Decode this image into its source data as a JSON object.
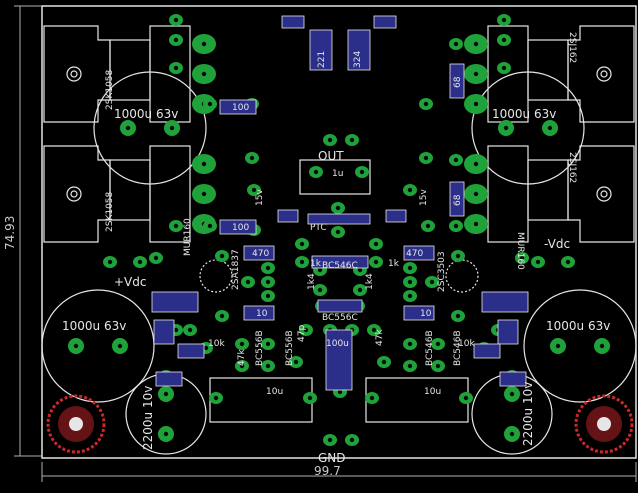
{
  "board": {
    "dimension_width": "99.7",
    "dimension_height": "74.93",
    "label_out": "OUT",
    "label_gnd": "GND",
    "label_pos_vdc": "+Vdc",
    "label_neg_vdc": "-Vdc"
  },
  "transistors": {
    "left_top": "2SK1058",
    "left_bottom": "2SK1058",
    "right_top": "2SJ162",
    "right_bottom": "2SJ162",
    "sa_left": "2SA1837",
    "sc_right": "2SC3503",
    "bc556_a": "BC556B",
    "bc556_b": "BC556B",
    "bc546_a": "BC546B",
    "bc546_b": "BC546B",
    "bc546c": "BC546C",
    "bc556c": "BC556C"
  },
  "capacitors": {
    "big_top_left": "1000u 63v",
    "big_top_right": "1000u 63v",
    "big_mid_left": "1000u 63v",
    "big_mid_right": "1000u 63v",
    "elec_left": "2200u 10v",
    "elec_right": "2200u 10v",
    "out_cap": "1u",
    "film_left": "10u",
    "film_right": "10u",
    "c_100u": "100u",
    "c_47p": "47p"
  },
  "resistors": {
    "r_100_a": "100",
    "r_100_b": "100",
    "r_470_a": "470",
    "r_470_b": "470",
    "r_10_a": "10",
    "r_10_b": "10",
    "r_15v_a": "15v",
    "r_15v_b": "15v",
    "r_68_a": "68",
    "r_68_b": "68",
    "r_221": "221",
    "r_324": "324",
    "r_1k_a": "1k",
    "r_1k_b": "1k",
    "r_1k4_a": "1k4",
    "r_1k4_b": "1k4",
    "r_47k_a": "47k",
    "r_47k_b": "47k",
    "r_10k_a": "10k",
    "r_10k_b": "10k",
    "r_ptc": "PTC"
  },
  "diodes": {
    "mur_left": "MUR160",
    "mur_right": "MUR160"
  },
  "colors": {
    "background": "#000000",
    "pad_green": "#1fa23a",
    "outline": "#e6e6e6",
    "silk_blue": "#2b2f8a",
    "drill_red": "#c82828",
    "dimension": "#b0b0b0"
  }
}
